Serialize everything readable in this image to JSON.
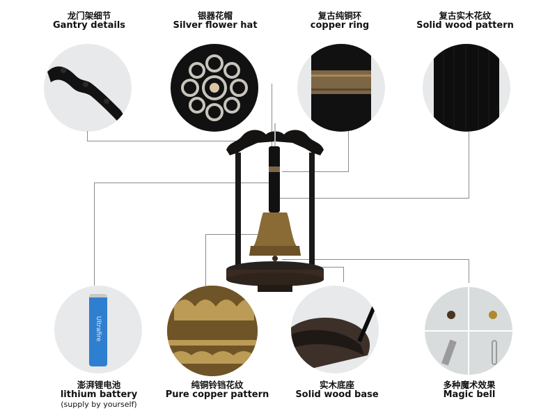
{
  "top_features": [
    {
      "zh": "龙门架细节",
      "en": "Gantry details"
    },
    {
      "zh": "银器花帽",
      "en": "Silver flower hat"
    },
    {
      "zh": "复古纯铜环",
      "en": "copper ring"
    },
    {
      "zh": "复古实木花纹",
      "en": "Solid wood pattern"
    }
  ],
  "bottom_features": [
    {
      "zh": "澎湃锂电池",
      "en": "lithium battery",
      "note": "(supply by yourself)"
    },
    {
      "zh": "纯铜铃铛花纹",
      "en": "Pure copper pattern"
    },
    {
      "zh": "实木底座",
      "en": "Solid wood base"
    },
    {
      "zh": "多种魔术效果",
      "en": "Magic bell"
    }
  ],
  "battery_text": "Ultrafire",
  "colors": {
    "connector": "#8a8a8a",
    "circle_bg": "#e7e9ea",
    "wood_dark": "#1c1a19",
    "copper": "#8a6a35",
    "battery_blue": "#2f7fd0"
  }
}
